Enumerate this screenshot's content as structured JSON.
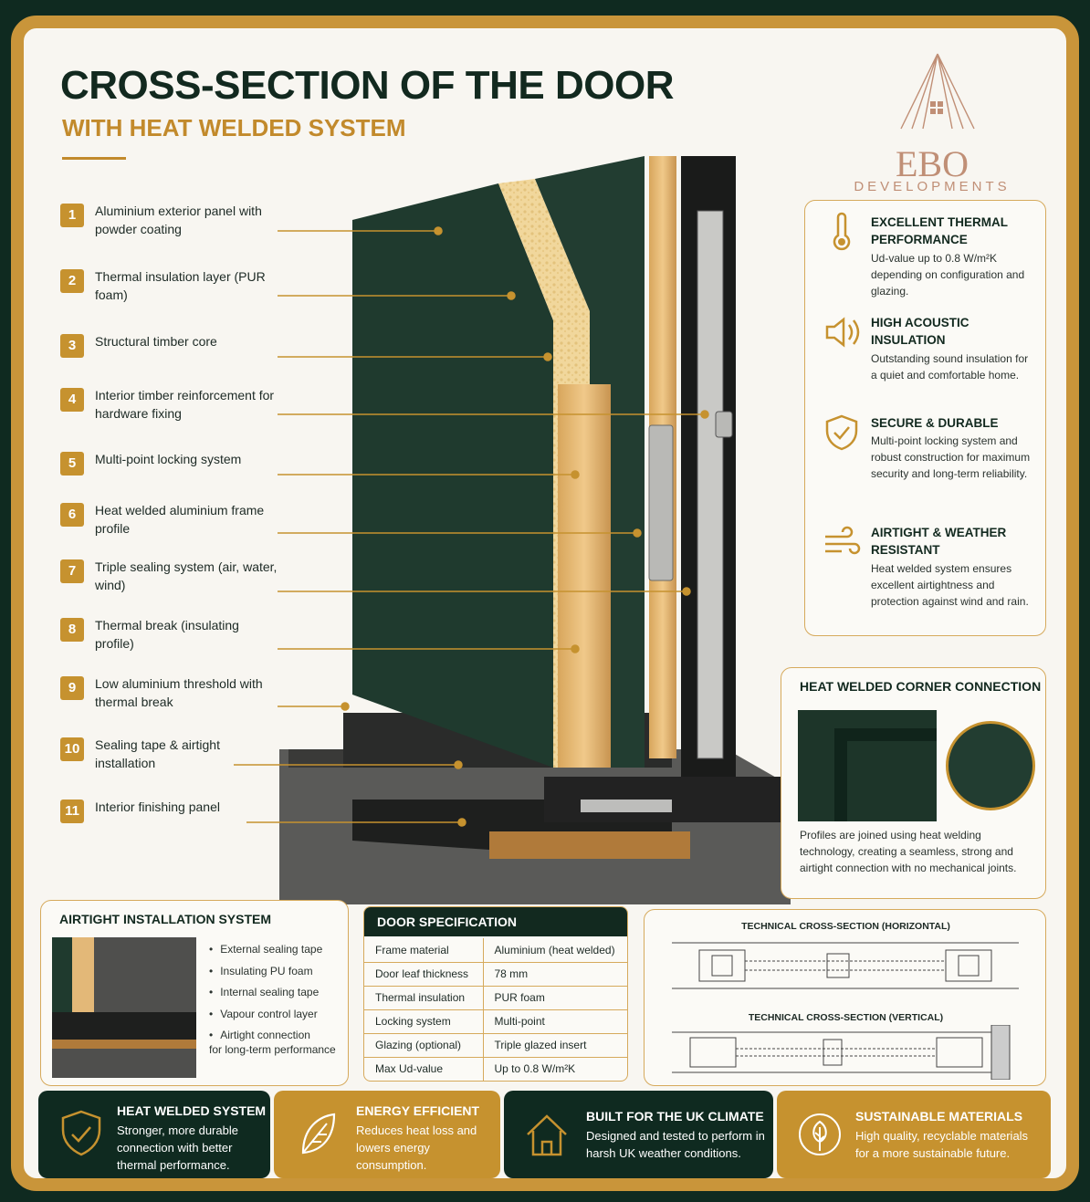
{
  "header": {
    "title": "CROSS-SECTION OF THE DOOR",
    "subtitle": "WITH HEAT WELDED SYSTEM"
  },
  "logo": {
    "name": "EBO",
    "sub": "DEVELOPMENTS"
  },
  "callouts": [
    {
      "num": "1",
      "text": "Aluminium exterior panel with powder coating"
    },
    {
      "num": "2",
      "text": "Thermal insulation layer (PUR foam)"
    },
    {
      "num": "3",
      "text": "Structural timber core"
    },
    {
      "num": "4",
      "text": "Interior timber reinforcement for hardware fixing"
    },
    {
      "num": "5",
      "text": "Multi-point locking system"
    },
    {
      "num": "6",
      "text": "Heat welded aluminium frame profile"
    },
    {
      "num": "7",
      "text": "Triple sealing system (air, water, wind)"
    },
    {
      "num": "8",
      "text": "Thermal break (insulating profile)"
    },
    {
      "num": "9",
      "text": "Low aluminium threshold with thermal break"
    },
    {
      "num": "10",
      "text": "Sealing tape & airtight installation"
    },
    {
      "num": "11",
      "text": "Interior finishing panel"
    }
  ],
  "features": [
    {
      "title": "EXCELLENT THERMAL PERFORMANCE",
      "desc": "Ud-value up to 0.8 W/m²K depending on configuration and glazing.",
      "icon": "thermometer-icon"
    },
    {
      "title": "HIGH ACOUSTIC INSULATION",
      "desc": "Outstanding sound insulation for a quiet and comfortable home.",
      "icon": "speaker-icon"
    },
    {
      "title": "SECURE & DURABLE",
      "desc": "Multi-point locking system and robust construction for maximum security and long-term reliability.",
      "icon": "shield-check-icon"
    },
    {
      "title": "AIRTIGHT & WEATHER RESISTANT",
      "desc": "Heat welded system ensures excellent airtightness and protection against wind and rain.",
      "icon": "wind-icon"
    }
  ],
  "corner": {
    "title": "HEAT WELDED CORNER CONNECTION",
    "desc": "Profiles are joined using heat welding technology, creating a seamless, strong and airtight connection with no mechanical joints."
  },
  "airtight": {
    "title": "AIRTIGHT INSTALLATION SYSTEM",
    "items": [
      "External sealing tape",
      "Insulating PU foam",
      "Internal sealing tape",
      "Vapour control layer",
      "Airtight connection"
    ],
    "note": "for long-term performance"
  },
  "spec": {
    "title": "DOOR SPECIFICATION",
    "rows": [
      {
        "label": "Frame material",
        "value": "Aluminium (heat welded)"
      },
      {
        "label": "Door leaf thickness",
        "value": "78 mm"
      },
      {
        "label": "Thermal insulation",
        "value": "PUR foam"
      },
      {
        "label": "Locking system",
        "value": "Multi-point"
      },
      {
        "label": "Glazing (optional)",
        "value": "Triple glazed insert"
      },
      {
        "label": "Max Ud-value",
        "value": "Up to 0.8 W/m²K"
      }
    ]
  },
  "technical": {
    "horizontal": "TECHNICAL CROSS-SECTION (HORIZONTAL)",
    "vertical": "TECHNICAL CROSS-SECTION (VERTICAL)"
  },
  "bottom": [
    {
      "title": "HEAT WELDED SYSTEM",
      "desc": "Stronger, more durable connection with better thermal performance.",
      "icon": "shield-check-icon",
      "color": "#0f2a20"
    },
    {
      "title": "ENERGY EFFICIENT",
      "desc": "Reduces heat loss and lowers energy consumption.",
      "icon": "leaf-icon",
      "color": "#c6922f"
    },
    {
      "title": "BUILT FOR THE UK CLIMATE",
      "desc": "Designed and tested to perform in harsh UK weather conditions.",
      "icon": "house-icon",
      "color": "#0f2a20"
    },
    {
      "title": "SUSTAINABLE MATERIALS",
      "desc": "High quality, recyclable materials for a more sustainable future.",
      "icon": "tree-icon",
      "color": "#c6922f"
    }
  ],
  "colors": {
    "accent": "#c6922f",
    "dark": "#0f2a20",
    "panel": "#1f3a2e"
  }
}
